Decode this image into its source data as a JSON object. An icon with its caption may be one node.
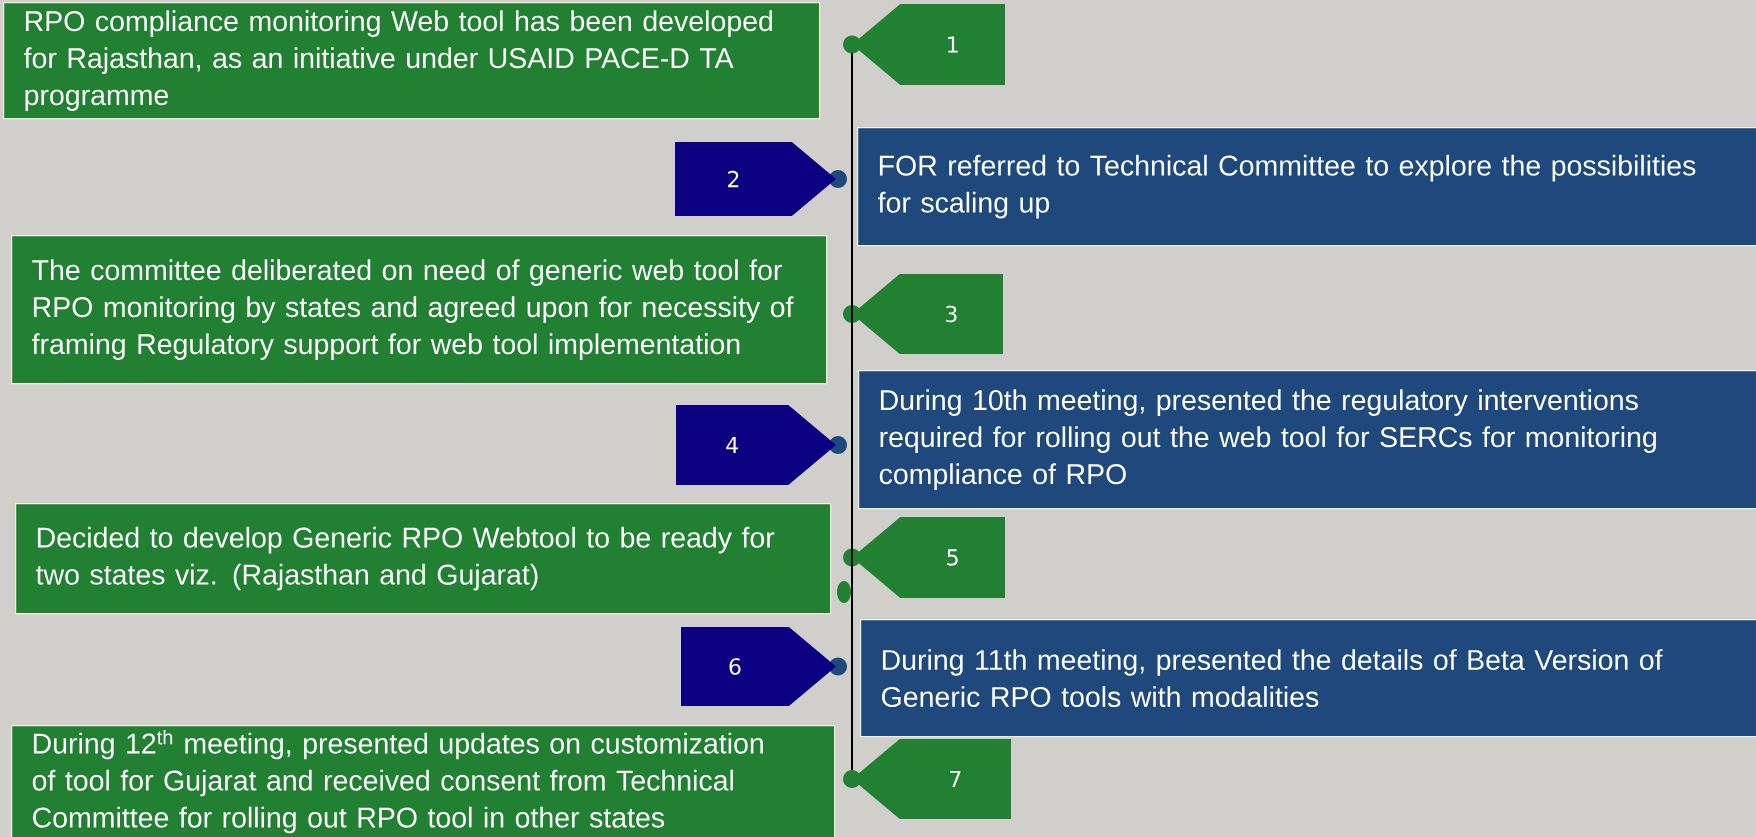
{
  "diagram": {
    "nodes": [
      {
        "text": [
          "RPO compliance monitoring Web tool has been developed for Rajasthan, as an initiative under USAID PACE-D TA programme"
        ]
      },
      {
        "text": [
          "1"
        ]
      },
      {
        "text": [
          "2"
        ]
      },
      {
        "text": [
          "FOR referred to Technical Committee to explore the possibilities for scaling up"
        ]
      },
      {
        "text": [
          "The committee deliberated on need of generic web tool for RPO monitoring by states and agreed upon for necessity of framing Regulatory support for web tool implementation"
        ]
      },
      {
        "text": [
          "3"
        ]
      },
      {
        "text": [
          "4"
        ]
      },
      {
        "text": [
          "During 10th meeting, presented the regulatory interventions required for rolling out the web tool for SERCs for monitoring compliance of RPO"
        ]
      },
      {
        "text": [
          "Decided to develop Generic RPO Webtool to be ready for two states viz. (Rajasthan and Gujarat)"
        ]
      },
      {
        "text": [
          "5"
        ]
      },
      {
        "text": [
          "6"
        ]
      },
      {
        "text": [
          "During 11th meeting, presented the details of Beta Version of Generic RPO tools with modalities"
        ]
      },
      {
        "text": [
          "During 12$^{th}$ meeting, presented updates on customization  of tool for Gujarat and received consent from Technical Committee for rolling out RPO tool in other states"
        ]
      },
      {
        "text": [
          "7"
        ]
      }
    ],
    "edges": [
      {
        "from": 1,
        "to": 13,
        "arrow": "none"
      }
    ]
  }
}
